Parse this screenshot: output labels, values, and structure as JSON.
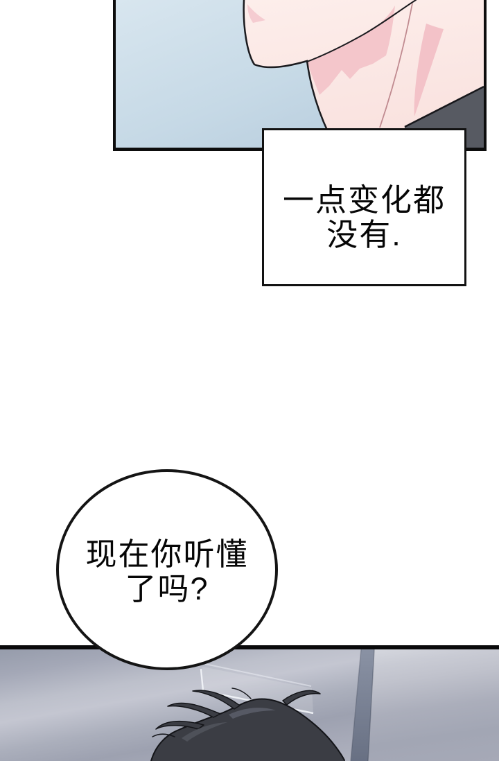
{
  "comic": {
    "caption_box": {
      "lines": [
        "一点变化都",
        "没有."
      ]
    },
    "speech_bubble": {
      "lines": [
        "现在你听懂",
        "了吗?"
      ]
    },
    "colors": {
      "page_bg": "#ffffff",
      "panel_border": "#0d0d0d",
      "text": "#060606",
      "sky_gradient_top": "#d8e6ef",
      "sky_gradient_bottom": "#b1c7d9",
      "skin": "#fbe7e4",
      "skin_shadow_pink": "#f4c6cb",
      "clothing_gray": "#575a62",
      "wall_gray": "#a6aab8",
      "wall_light_band": "#c4c6d1",
      "door_edge_pillar": "#6f7687",
      "hair_dark": "#3b3d44"
    }
  }
}
